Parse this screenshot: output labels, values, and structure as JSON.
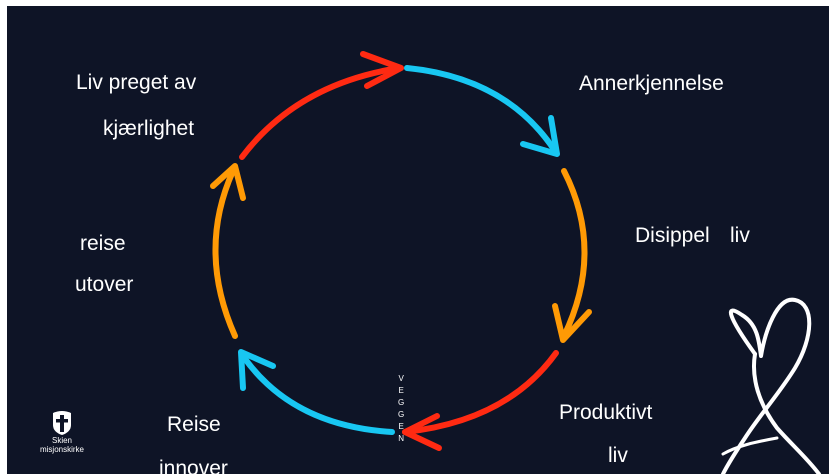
{
  "labels": {
    "top_left_line1": "Liv preget av",
    "top_left_line2": "kjærlighet",
    "top_right": "Annerkjennelse",
    "right_word1": "Disippel",
    "right_word2": "liv",
    "left_line1": "reise",
    "left_line2": "utover",
    "bottom_left_line1": "Reise",
    "bottom_left_line2": "innover",
    "bottom_right_line1": "Produktivt",
    "bottom_right_line2": "liv"
  },
  "vertical_word_letters": [
    "V",
    "E",
    "G",
    "G",
    "E",
    "N"
  ],
  "logo": {
    "line1": "Skien",
    "line2": "misjonskirke",
    "icon": "cross-in-shield-icon"
  },
  "decoration": {
    "heart": "heart-outline-icon"
  },
  "colors": {
    "background": "#0e1426",
    "red": "#ff2a12",
    "orange": "#ff9a05",
    "blue": "#18c7f2",
    "text": "#ffffff"
  },
  "cycle_arcs": [
    {
      "color": "red",
      "icon": "arrow-icon"
    },
    {
      "color": "blue",
      "icon": "arrow-icon"
    },
    {
      "color": "orange",
      "icon": "arrow-icon"
    },
    {
      "color": "orange",
      "icon": "arrow-icon"
    },
    {
      "color": "red",
      "icon": "arrow-icon"
    },
    {
      "color": "blue",
      "icon": "arrow-icon"
    },
    {
      "color": "orange",
      "icon": "arrow-icon"
    }
  ]
}
